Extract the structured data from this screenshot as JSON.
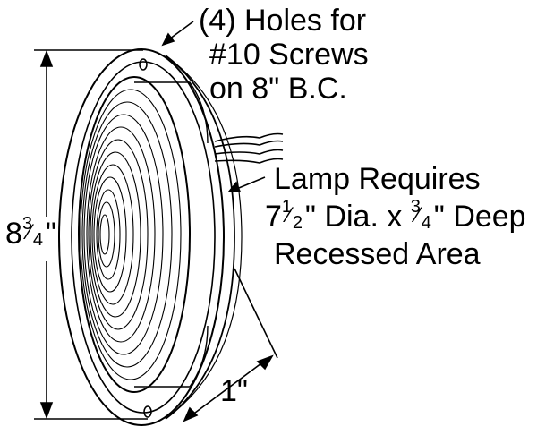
{
  "annotations": {
    "holes": {
      "line1": "(4) Holes for",
      "line2": "#10 Screws",
      "line3": "on 8\" B.C."
    },
    "requirement": {
      "line1": "Lamp Requires",
      "line2_whole": "7",
      "line2_frac_num": "1",
      "line2_frac_den": "2",
      "line2_mid": "\" Dia. x ",
      "line2_frac2_num": "3",
      "line2_frac2_den": "4",
      "line2_end": "\" Deep",
      "line3": "Recessed Area"
    },
    "height": {
      "whole": "8",
      "frac_num": "3",
      "frac_den": "4",
      "unit": "\""
    },
    "depth": "1\""
  }
}
